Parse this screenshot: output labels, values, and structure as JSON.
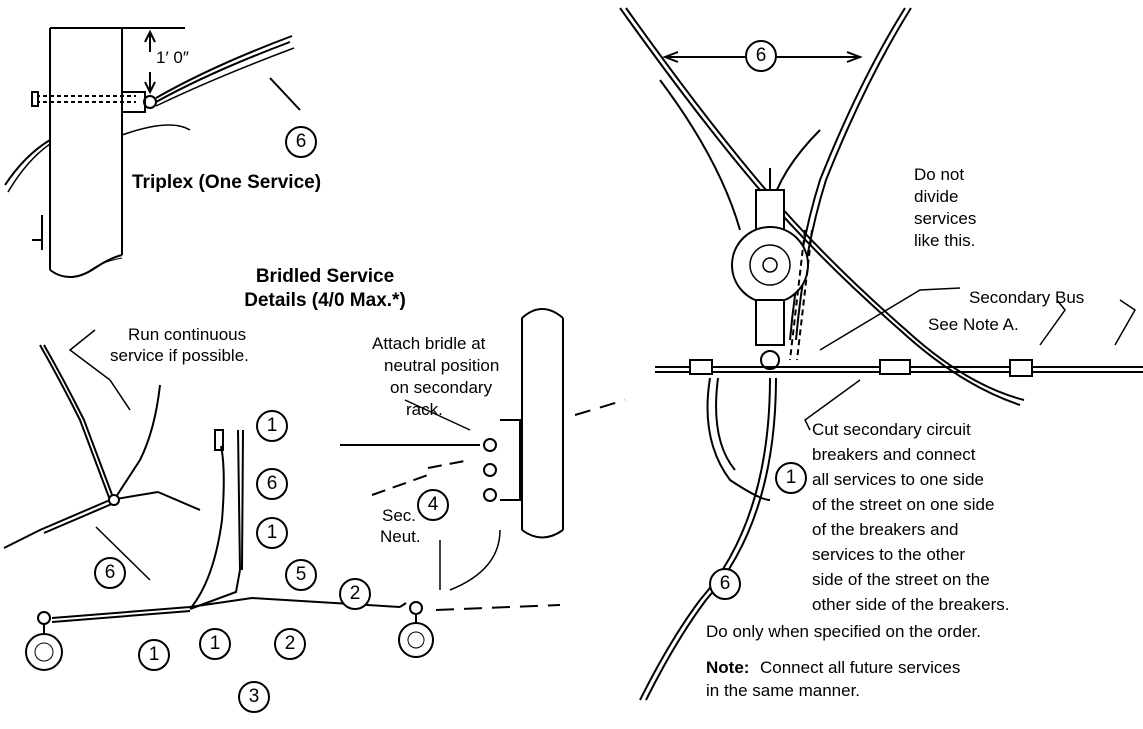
{
  "diagram": {
    "dimension": "1′ 0″",
    "triplex_title": "Triplex (One Service)",
    "bridled_title": [
      "Bridled Service",
      "Details (4/0 Max.*)"
    ],
    "run_continuous": [
      "Run continuous",
      "service if possible."
    ],
    "attach_bridle": [
      "Attach bridle at",
      "neutral position",
      "on secondary",
      "rack."
    ],
    "sec_neut": [
      "Sec.",
      "Neut."
    ],
    "do_not_divide": [
      "Do not",
      "divide",
      "services",
      "like this."
    ],
    "secondary_bus": "Secondary Bus",
    "see_note_a": "See Note A.",
    "cut_breakers": [
      "Cut secondary circuit",
      "breakers and connect",
      "all services to one side",
      "of the street on one side",
      "of the breakers and",
      "services to the other",
      "side of the street on the",
      "other side of the breakers."
    ],
    "do_only": "Do only when specified on the order.",
    "note_label": "Note:",
    "note_text": [
      "Connect all future services",
      "in the same manner."
    ],
    "callouts": {
      "top_left_6": "6",
      "bridle_1a": "1",
      "bridle_6a": "6",
      "bridle_1b": "1",
      "bridle_6b": "6",
      "bridle_5": "5",
      "bridle_2a": "2",
      "bridle_1c": "1",
      "bridle_1d": "1",
      "bridle_2b": "2",
      "bridle_3": "3",
      "bridle_4": "4",
      "right_6_top": "6",
      "right_1": "1",
      "right_6_bottom": "6"
    }
  }
}
